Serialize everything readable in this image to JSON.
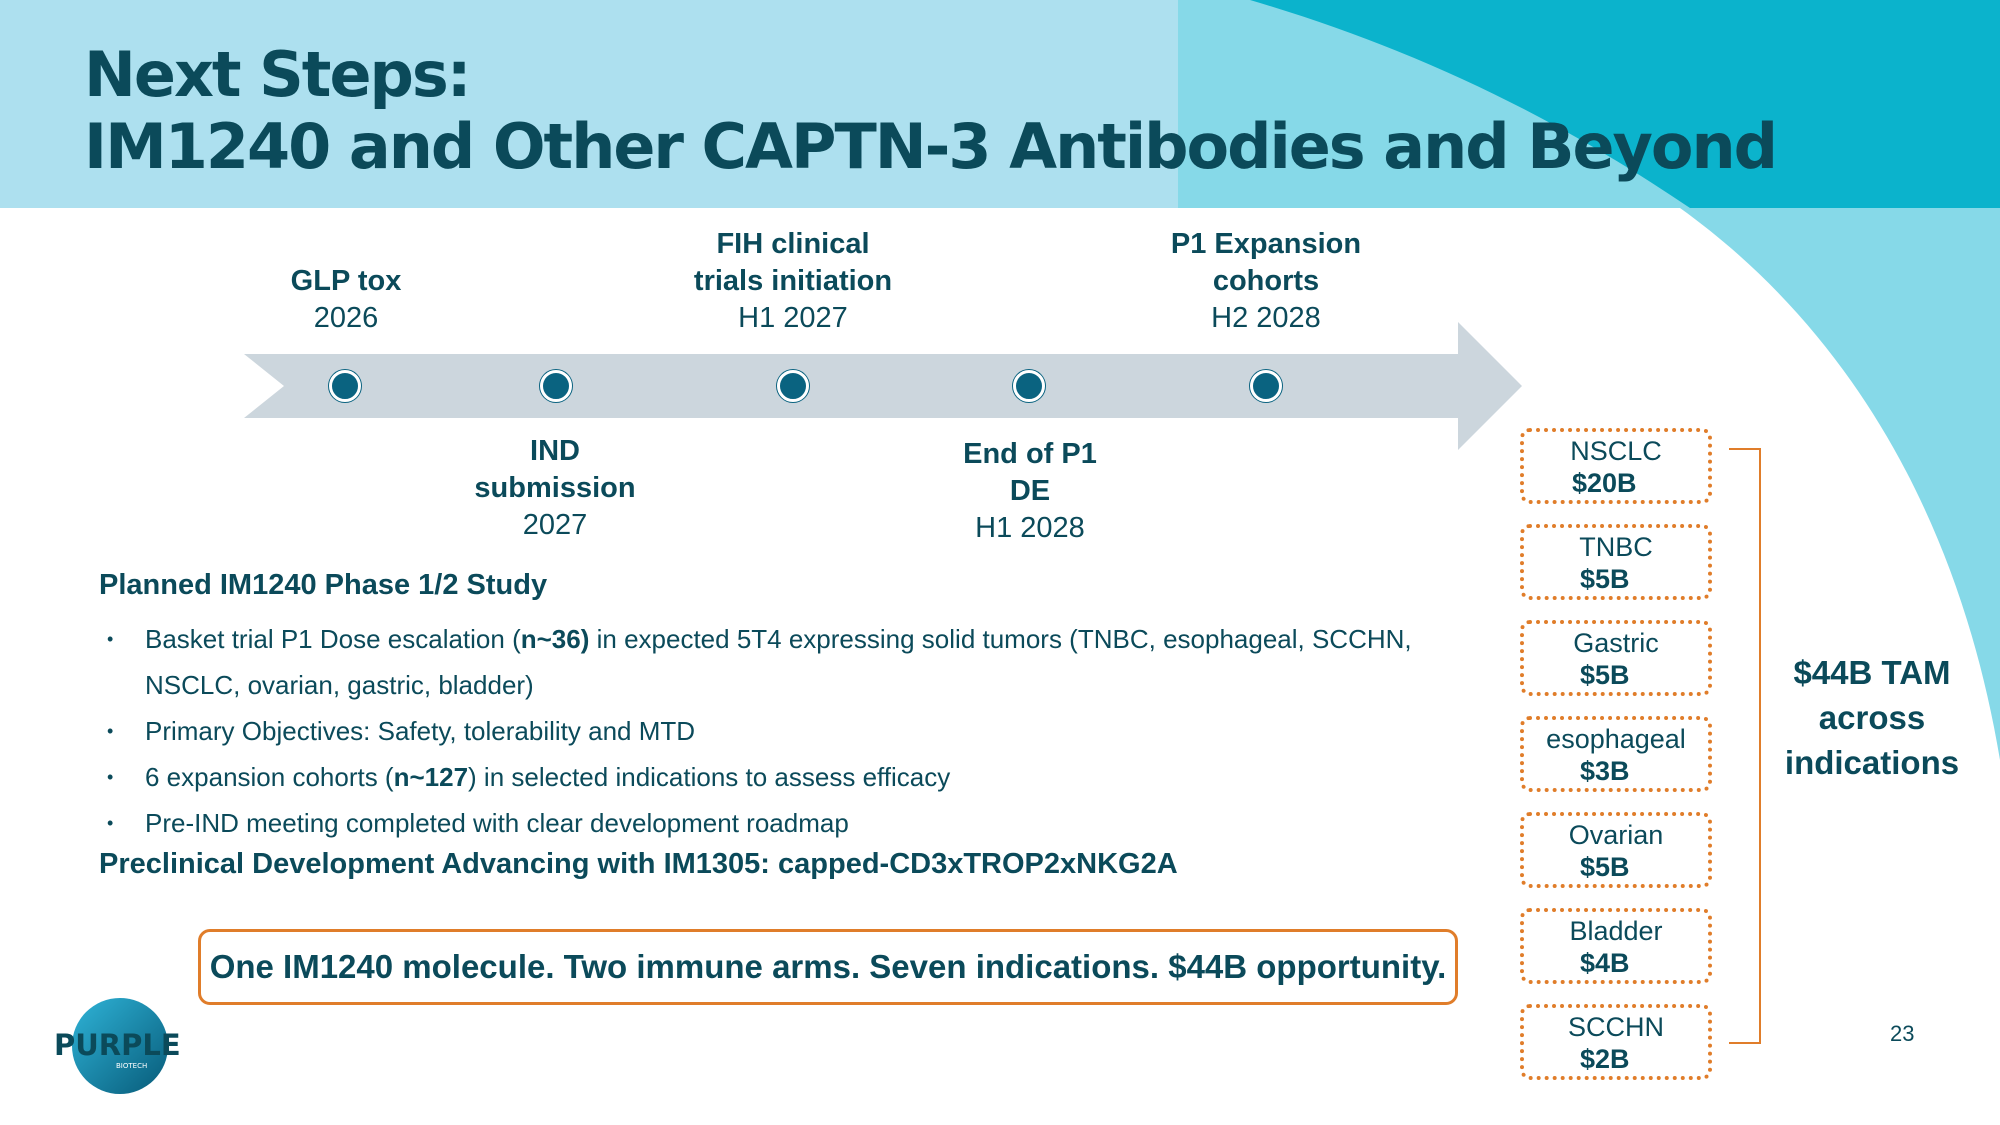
{
  "title": {
    "line1": "Next Steps:",
    "line2": "IM1240 and Other CAPTN-3 Antibodies and Beyond"
  },
  "timeline": {
    "milestones_top": [
      {
        "title_lines": [
          "GLP tox"
        ],
        "date": "2026"
      },
      {
        "title_lines": [
          "FIH clinical",
          "trials initiation"
        ],
        "date": "H1 2027"
      },
      {
        "title_lines": [
          "P1 Expansion",
          "cohorts"
        ],
        "date": "H2 2028"
      }
    ],
    "milestones_bottom": [
      {
        "title_lines": [
          "IND",
          "submission"
        ],
        "date": "2027"
      },
      {
        "title_lines": [
          "End of P1",
          "DE"
        ],
        "date": "H1 2028"
      }
    ]
  },
  "study": {
    "heading": "Planned IM1240 Phase 1/2 Study",
    "bullet1_pre": "Basket trial P1 Dose escalation (",
    "bullet1_bold": "n~36)",
    "bullet1_post": " in expected 5T4 expressing solid tumors (TNBC, esophageal, SCCHN, NSCLC, ovarian, gastric, bladder)",
    "bullet2": "Primary Objectives: Safety, tolerability and MTD",
    "bullet3_pre": "6 expansion cohorts (",
    "bullet3_bold": "n~127",
    "bullet3_post": ") in selected indications to assess efficacy",
    "bullet4": "Pre-IND meeting completed with clear development roadmap",
    "bullet_glyph": "•"
  },
  "preclinical_heading": "Preclinical Development Advancing with IM1305: capped-CD3xTROP2xNKG2A",
  "tagline": "One IM1240 molecule. Two immune arms. Seven indications. $44B opportunity.",
  "tam": {
    "items": [
      {
        "name": "NSCLC",
        "value": "$20B"
      },
      {
        "name": "TNBC",
        "value": "$5B"
      },
      {
        "name": "Gastric",
        "value": "$5B"
      },
      {
        "name": "esophageal",
        "value": "$3B"
      },
      {
        "name": "Ovarian",
        "value": "$5B"
      },
      {
        "name": "Bladder",
        "value": "$4B"
      },
      {
        "name": "SCCHN",
        "value": "$2B"
      }
    ],
    "total_lines": [
      "$44B TAM",
      "across",
      "indications"
    ]
  },
  "page_number": "23",
  "logo": {
    "text": "PURPLE",
    "subtext": "BIOTECH"
  },
  "colors": {
    "header_band": "#ade0ef",
    "accent_teal": "#0bb3cc",
    "text_dark": "#0b4a5a",
    "arrow": "#ccd6dd",
    "dot": "#0a6380",
    "orange": "#e07d2a"
  }
}
